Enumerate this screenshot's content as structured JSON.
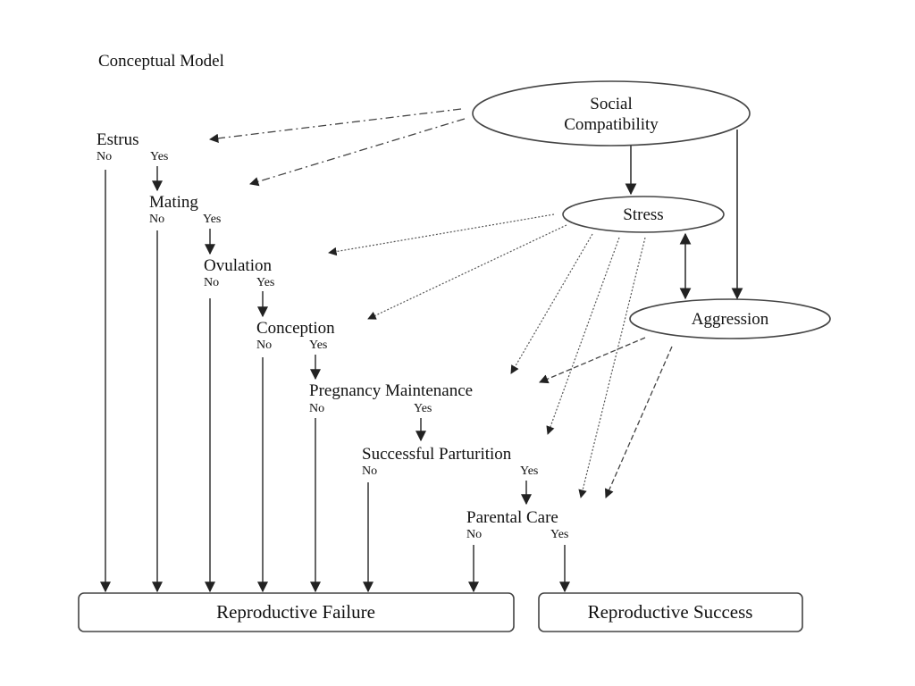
{
  "title": "Conceptual Model",
  "nodes": {
    "social": [
      "Social",
      "Compatibility"
    ],
    "stress": "Stress",
    "aggression": "Aggression"
  },
  "stages": [
    {
      "label": "Estrus",
      "no": "No",
      "yes": "Yes"
    },
    {
      "label": "Mating",
      "no": "No",
      "yes": "Yes"
    },
    {
      "label": "Ovulation",
      "no": "No",
      "yes": "Yes"
    },
    {
      "label": "Conception",
      "no": "No",
      "yes": "Yes"
    },
    {
      "label": "Pregnancy Maintenance",
      "no": "No",
      "yes": "Yes"
    },
    {
      "label": "Successful Parturition",
      "no": "No",
      "yes": "Yes"
    },
    {
      "label": "Parental Care",
      "no": "No",
      "yes": "Yes"
    }
  ],
  "outcomes": {
    "failure": "Reproductive Failure",
    "success": "Reproductive Success"
  }
}
